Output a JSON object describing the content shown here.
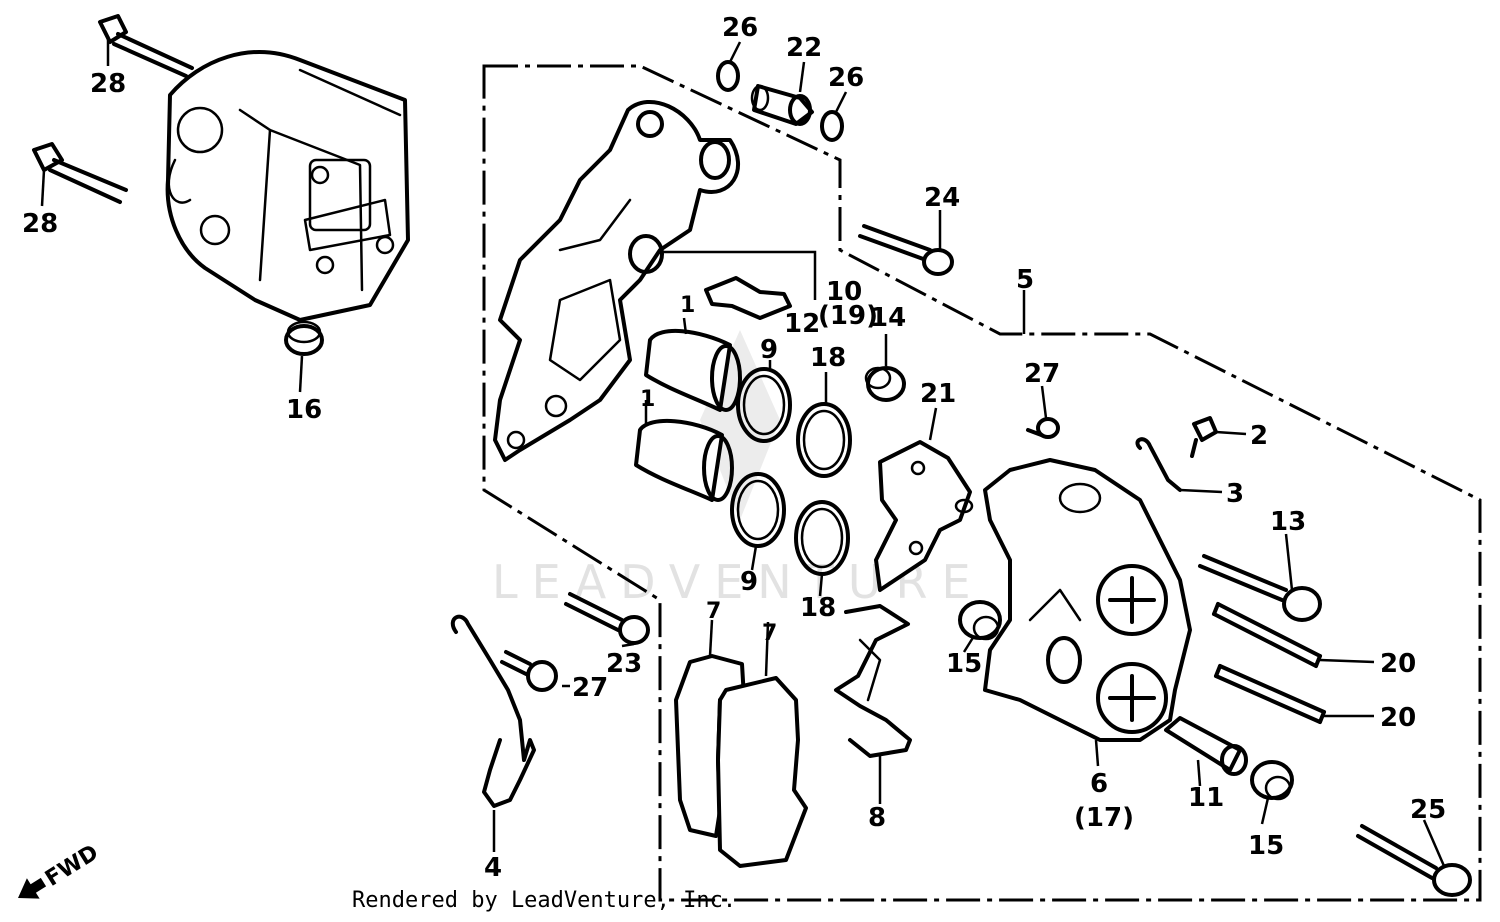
{
  "watermark": "LEADVENTURE",
  "footer": "Rendered by LeadVenture, Inc.",
  "direction_label": "FWD",
  "callouts": {
    "c1a": "1",
    "c1b": "1",
    "c2": "2",
    "c3": "3",
    "c4": "4",
    "c5": "5",
    "c6": "6",
    "c6b": "(17)",
    "c7a": "7",
    "c7b": "7",
    "c8": "8",
    "c9a": "9",
    "c9b": "9",
    "c10": "10",
    "c10b": "(19)",
    "c11": "11",
    "c12": "12",
    "c13": "13",
    "c14": "14",
    "c15a": "15",
    "c15b": "15",
    "c16": "16",
    "c18a": "18",
    "c18b": "18",
    "c20a": "20",
    "c20b": "20",
    "c21": "21",
    "c22": "22",
    "c23": "23",
    "c24": "24",
    "c25": "25",
    "c26a": "26",
    "c26b": "26",
    "c27a": "27",
    "c27b": "27",
    "c28a": "28",
    "c28b": "28"
  }
}
